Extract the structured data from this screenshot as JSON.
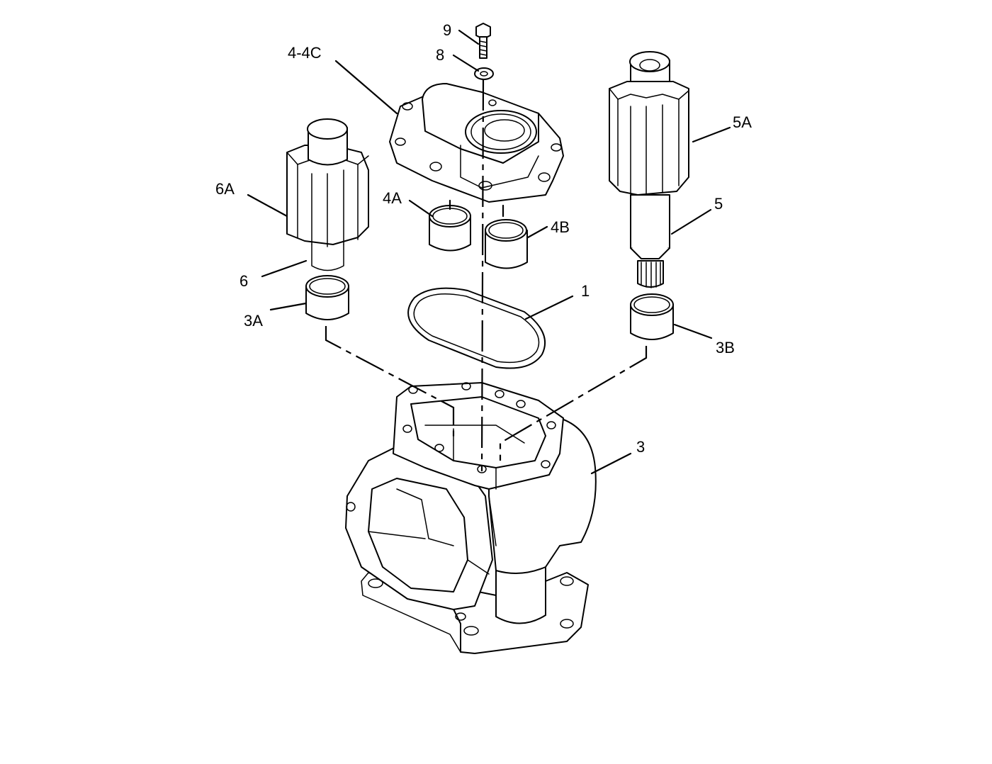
{
  "callouts": {
    "c9": "9",
    "c8": "8",
    "c4_4c": "4-4C",
    "c5a": "5A",
    "c6a": "6A",
    "c4a": "4A",
    "c4b": "4B",
    "c5": "5",
    "c6": "6",
    "c1": "1",
    "c3a": "3A",
    "c3b": "3B",
    "c3": "3"
  },
  "colors": {
    "ink": "#000000",
    "paper": "#ffffff"
  }
}
